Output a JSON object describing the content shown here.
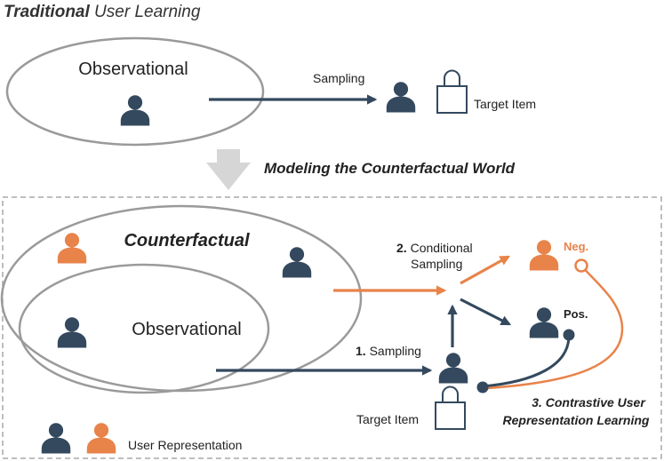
{
  "top": {
    "title_bold": "Traditional",
    "title_rest": " User Learning",
    "observational_label": "Observational",
    "sampling_label": "Sampling",
    "target_item_label": "Target Item"
  },
  "transition": {
    "label": "Modeling the Counterfactual World"
  },
  "bottom": {
    "counterfactual_label": "Counterfactual",
    "observational_label": "Observational",
    "step1_num": "1.",
    "step1_text": " Sampling",
    "step2_num": "2.",
    "step2_line1": " Conditional",
    "step2_line2": "Sampling",
    "neg_label": "Neg.",
    "pos_label": "Pos.",
    "step3_line1": "3. Contrastive User",
    "step3_line2": "Representation Learning",
    "target_item_label": "Target Item",
    "legend_label": "User Representation"
  },
  "colors": {
    "navy": "#34495e",
    "orange": "#e8834a",
    "gray": "#9a9a9a",
    "light_gray": "#d6d6d6",
    "dashed": "#a8a8a8"
  },
  "icons": [
    "user-icon",
    "shopping-bag-icon",
    "down-arrow-icon"
  ]
}
